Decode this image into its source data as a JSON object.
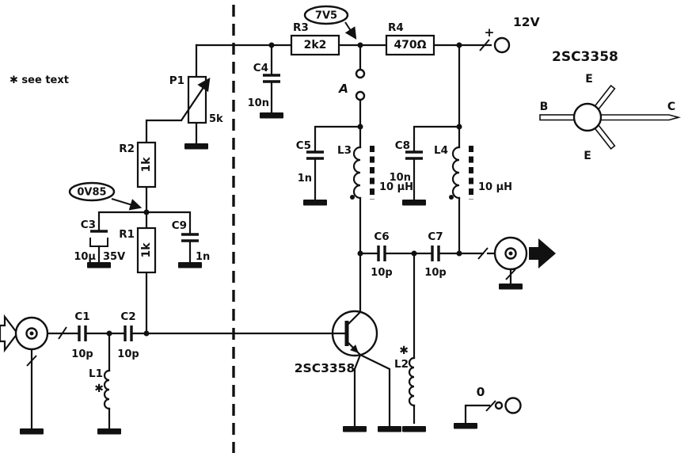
{
  "colors": {
    "ink": "#111111",
    "background": "#ffffff"
  },
  "annotations": {
    "see_text": "✱ see text",
    "link_a": "A",
    "v_7v5": "7V5",
    "v_0v85": "0V85",
    "supply_plus": "+",
    "supply_12v": "12V",
    "zero": "0",
    "transistor": "2SC3358"
  },
  "pinout": {
    "title": "2SC3358",
    "b": "B",
    "c": "C",
    "e_top": "E",
    "e_bottom": "E"
  },
  "components": {
    "r1": {
      "ref": "R1",
      "value": "1k"
    },
    "r2": {
      "ref": "R2",
      "value": "1k"
    },
    "r3": {
      "ref": "R3",
      "value": "2k2"
    },
    "r4": {
      "ref": "R4",
      "value": "470Ω"
    },
    "p1": {
      "ref": "P1",
      "value": "5k"
    },
    "c1": {
      "ref": "C1",
      "value": "10p"
    },
    "c2": {
      "ref": "C2",
      "value": "10p"
    },
    "c3": {
      "ref": "C3",
      "value_cap": "10µ",
      "value_volt": "35V"
    },
    "c4": {
      "ref": "C4",
      "value": "10n"
    },
    "c5": {
      "ref": "C5",
      "value": "1n"
    },
    "c6": {
      "ref": "C6",
      "value": "10p"
    },
    "c7": {
      "ref": "C7",
      "value": "10p"
    },
    "c8": {
      "ref": "C8",
      "value": "10n"
    },
    "c9": {
      "ref": "C9",
      "value": "1n"
    },
    "l1": {
      "ref": "L1",
      "value": "✱"
    },
    "l2": {
      "ref": "L2",
      "value": "✱"
    },
    "l3": {
      "ref": "L3",
      "value": "10 µH"
    },
    "l4": {
      "ref": "L4",
      "value": "10 µH"
    }
  }
}
